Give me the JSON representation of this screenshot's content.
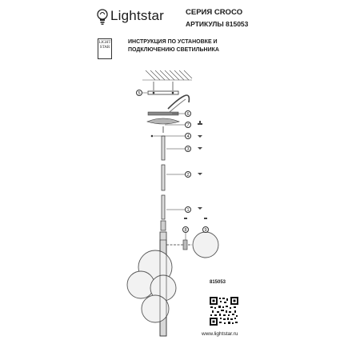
{
  "brand": {
    "name": "Lightstar"
  },
  "header": {
    "series": "СЕРИЯ CROCO",
    "articles": "АРТИКУЛЫ 815053",
    "instruction_line1": "ИНСТРУКЦИЯ ПО УСТАНОВКЕ И",
    "instruction_line2": "ПОДКЛЮЧЕНИЮ СВЕТИЛЬНИКА"
  },
  "badge": {
    "line1": "LIGHT",
    "line2": "STAR"
  },
  "callouts": [
    "5",
    "6",
    "7",
    "4",
    "3",
    "2",
    "1",
    "8",
    "9"
  ],
  "model": "815053",
  "footer": {
    "url": "www.lightstar.ru"
  }
}
